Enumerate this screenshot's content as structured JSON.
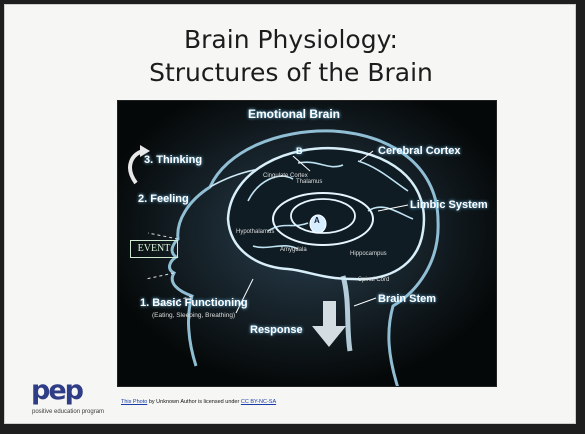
{
  "slide": {
    "title_line1": "Brain Physiology:",
    "title_line2": "Structures of the Brain"
  },
  "figure": {
    "heading": "Emotional Brain",
    "labels": {
      "thinking": "3. Thinking",
      "feeling": "2. Feeling",
      "event": "EVENT",
      "basic": "1. Basic Functioning",
      "basic_sub": "(Eating, Sleeping, Breathing)",
      "response": "Response",
      "cortex": "Cerebral Cortex",
      "limbic": "Limbic System",
      "stem": "Brain Stem",
      "marker_b": "B",
      "marker_a": "A",
      "thalamus": "Thalamus",
      "hippocampus": "Hippocampus",
      "hypothalamus": "Hypothalamus",
      "amygdala": "Amygdala",
      "spinal": "Spinal Cord",
      "cingulate": "Cingulate Cortex"
    }
  },
  "footer": {
    "logo_pep": "pep",
    "logo_sub": "positive education program",
    "credit_link1": "This Photo",
    "credit_text": " by Unknown Author is licensed under ",
    "credit_link2": "CC BY-NC-SA"
  }
}
